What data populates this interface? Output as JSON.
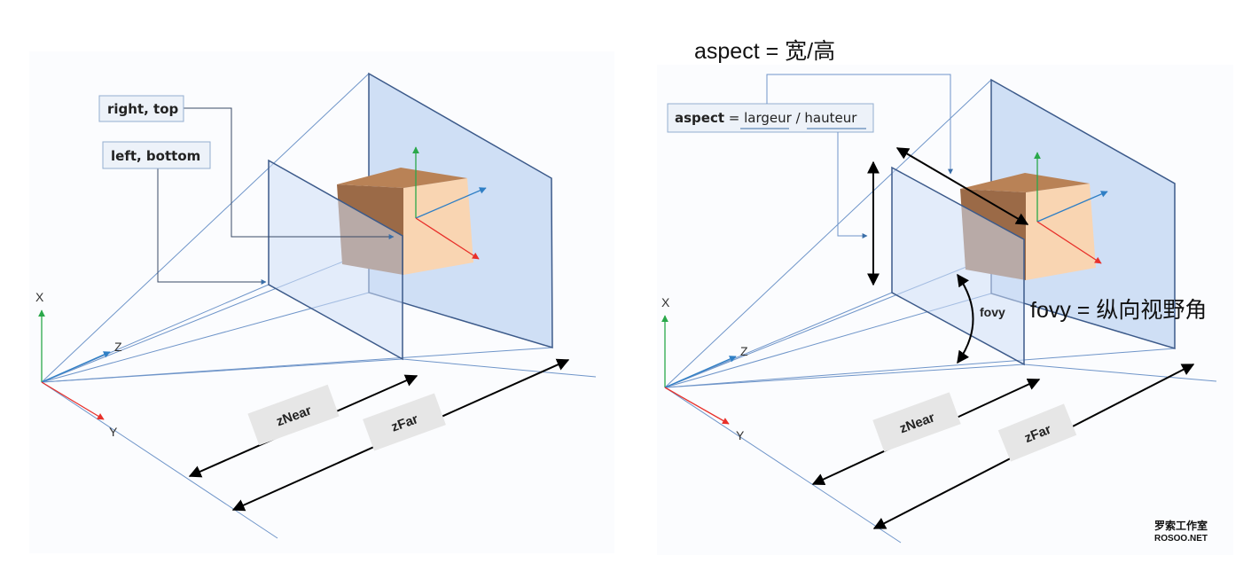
{
  "left_diagram": {
    "label_right_top": "right, top",
    "label_left_bottom": "left, bottom",
    "axis_x": "X",
    "axis_y": "Y",
    "axis_z": "Z",
    "znear": "zNear",
    "zfar": "zFar"
  },
  "right_diagram": {
    "aspect_title": "aspect = 宽/高",
    "aspect_word": "aspect",
    "aspect_eq": " = ",
    "aspect_num": "largeur",
    "aspect_slash": " / ",
    "aspect_den": "hauteur",
    "fovy": "fovy",
    "fovy_caption": "fovy = 纵向视野角",
    "axis_x": "X",
    "axis_y": "Y",
    "axis_z": "Z",
    "znear": "zNear",
    "zfar": "zFar"
  },
  "watermark": {
    "line1": "罗索工作室",
    "line2": "ROSOO.NET"
  },
  "colors": {
    "plane_fill": "#cfdff5",
    "plane_edge": "#3c5a8a",
    "thin_line": "#6f95c9",
    "box_fill": "#edf2f9",
    "box_edge": "#93aed0",
    "cube_top": "#b98256",
    "cube_left": "#9b6a47",
    "cube_right": "#f9d5b2",
    "axis_x": "#2aa84a",
    "axis_y": "#e8302a",
    "axis_z": "#2f7fc5",
    "band": "#e6e6e6"
  }
}
